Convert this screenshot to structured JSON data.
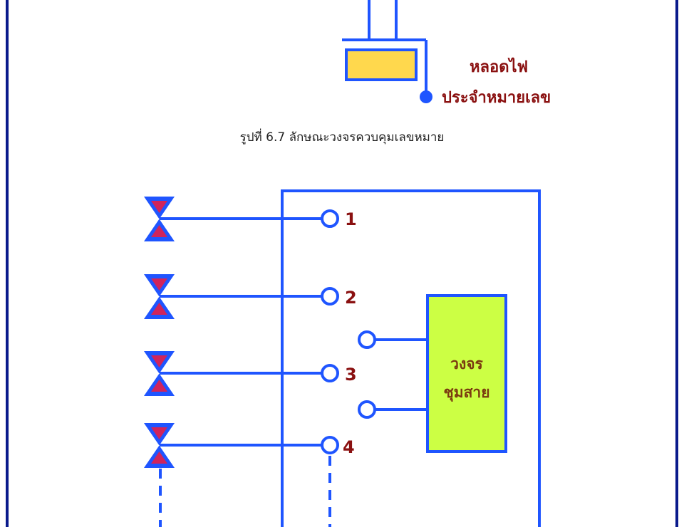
{
  "lamp": {
    "label_line1": "หลอดไฟ",
    "label_line2": "ประจำหมายเลข"
  },
  "figure_caption": "รูปที่ 6.7 ลักษณะวงจรควบคุมเลขหมาย",
  "terminals": [
    "1",
    "2",
    "3",
    "4"
  ],
  "block": {
    "label_line1": "วงจร",
    "label_line2": "ชุมสาย"
  },
  "colors": {
    "line": "#1f55ff",
    "frame": "#0a1a8c",
    "lamp_fill": "#ffd84d",
    "block_fill": "#ccff44",
    "valve_inner": "#d0245c",
    "label_red": "#8a1010",
    "label_olive": "#7a3a10"
  }
}
